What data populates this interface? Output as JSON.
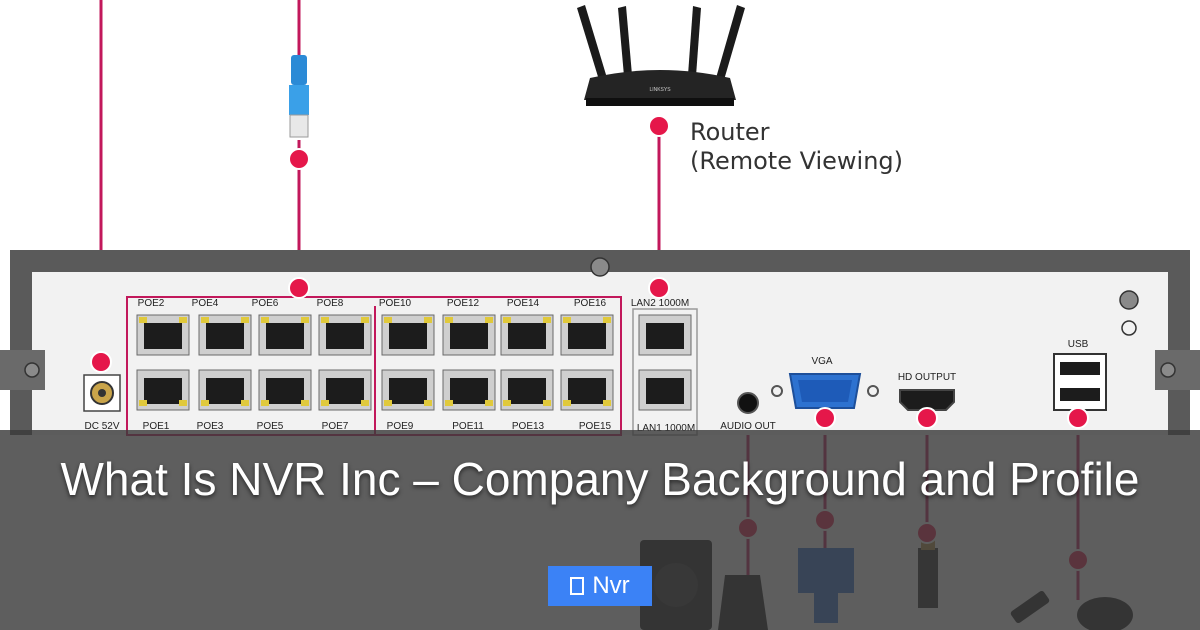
{
  "scene": {
    "router_label": {
      "line1": "Router",
      "line2": "(Remote Viewing)"
    },
    "poe_top": [
      "POE2",
      "POE4",
      "POE6",
      "POE8",
      "POE10",
      "POE12",
      "POE14",
      "POE16"
    ],
    "poe_bottom": [
      "POE1",
      "POE3",
      "POE5",
      "POE7",
      "POE9",
      "POE11",
      "POE13",
      "POE15"
    ],
    "lan_top": "LAN2 1000M",
    "lan_bottom": "LAN1 1000M",
    "dc_label": "DC 52V",
    "vga_label": "VGA",
    "hd_label": "HD OUTPUT",
    "usb_label": "USB",
    "audio_label": "AUDIO OUT",
    "router_brand": "LINKSYS"
  },
  "colors": {
    "accent_red": "#e5174a",
    "wire_pink": "#c2185b",
    "panel_frame": "#5a5a5a",
    "panel_face": "#f2f2f2",
    "badge_blue": "#3b82f6"
  },
  "overlay": {
    "title": "What Is NVR Inc – Company Background and Profile",
    "tag": {
      "icon": "folder-icon",
      "label": "Nvr"
    }
  }
}
